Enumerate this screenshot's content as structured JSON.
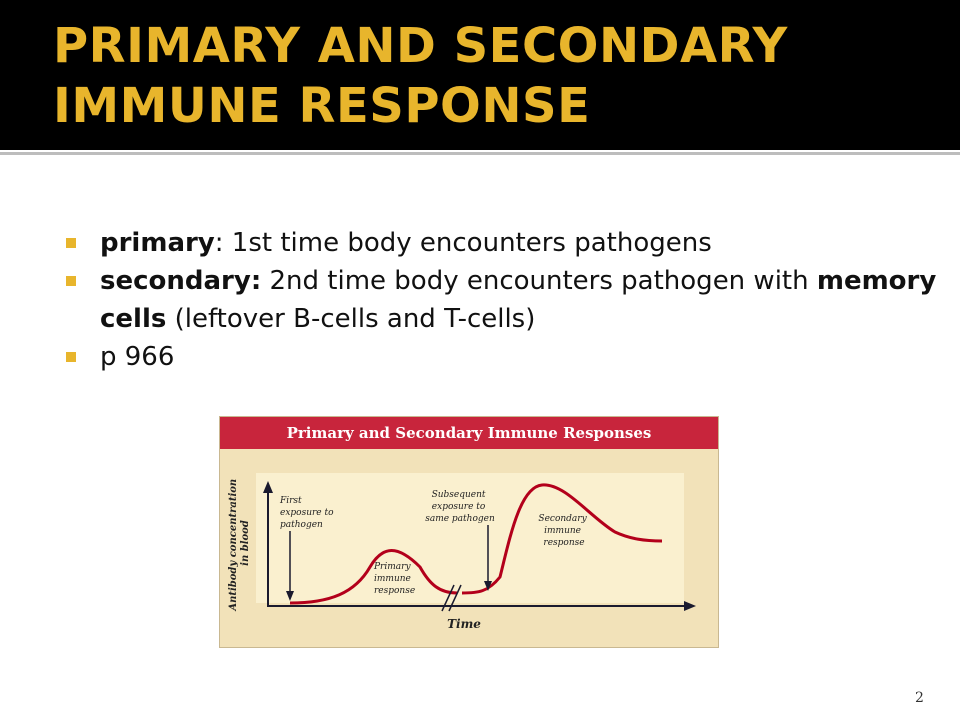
{
  "slide": {
    "title": "PRIMARY AND SECONDARY IMMUNE RESPONSE",
    "page_number": "2"
  },
  "bullets": [
    {
      "term": "primary",
      "text": ":  1st  time body encounters pathogens"
    },
    {
      "term": "secondary:",
      "text_before": " 2nd time body encounters pathogen with ",
      "term2": "memory cells",
      "text_after": " (leftover B-cells and T-cells)"
    },
    {
      "text": "p 966"
    }
  ],
  "figure": {
    "title": "Primary and Secondary Immune Responses",
    "y_axis_label_line1": "Antibody concentration",
    "y_axis_label_line2": "in blood",
    "x_axis_label": "Time",
    "annotations": {
      "first_exposure": [
        "First",
        "exposure to",
        "pathogen"
      ],
      "subsequent_exposure": [
        "Subsequent",
        "exposure to",
        "same pathogen"
      ],
      "primary_response": [
        "Primary",
        "immune",
        "response"
      ],
      "secondary_response": [
        "Secondary",
        "immune",
        "response"
      ]
    }
  },
  "colors": {
    "title_text": "#e8b52c",
    "title_bar": "#000000",
    "bullet_marker": "#e8b52c",
    "figure_header": "#c8253c",
    "curve": "#b3001b"
  }
}
